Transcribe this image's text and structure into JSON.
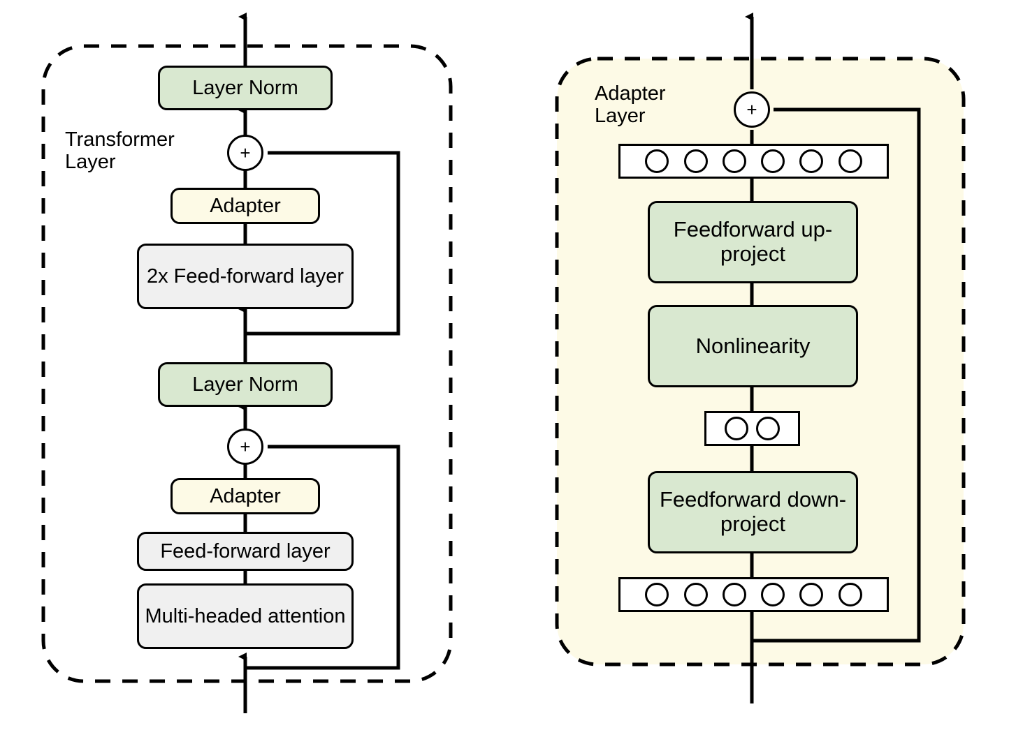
{
  "figure": {
    "type": "diagram",
    "title": "Adapter modules inserted into a Transformer layer",
    "background": "#ffffff",
    "colors": {
      "green_fill": "#d9e8d0",
      "grey_fill": "#f0f0f0",
      "cream_fill": "#fdfae6",
      "panel_fill": "#fdfae6",
      "stroke": "#000000",
      "white_fill": "#ffffff"
    }
  },
  "left_panel": {
    "name": "transformer-layer-panel",
    "label": "Transformer\nLayer",
    "dashed_border": true,
    "fill": "#ffffff",
    "nodes": [
      {
        "id": "layer-norm-top",
        "label": "Layer Norm",
        "style": "green"
      },
      {
        "id": "add-top",
        "label": "+",
        "style": "circle"
      },
      {
        "id": "adapter-top",
        "label": "Adapter",
        "style": "cream"
      },
      {
        "id": "feed-forward-2x",
        "label": "2x Feed-forward\nlayer",
        "style": "grey"
      },
      {
        "id": "layer-norm-mid",
        "label": "Layer Norm",
        "style": "green"
      },
      {
        "id": "add-bottom",
        "label": "+",
        "style": "circle"
      },
      {
        "id": "adapter-bottom",
        "label": "Adapter",
        "style": "cream"
      },
      {
        "id": "feed-forward",
        "label": "Feed-forward layer",
        "style": "grey"
      },
      {
        "id": "multi-headed-attention",
        "label": "Multi-headed\nattention",
        "style": "grey"
      }
    ],
    "residual_connections": 2
  },
  "right_panel": {
    "name": "adapter-layer-panel",
    "label": "Adapter\nLayer",
    "dashed_border": true,
    "fill": "#fdfae6",
    "nodes": [
      {
        "id": "add-adapter",
        "label": "+",
        "style": "circle"
      },
      {
        "id": "neurons-out",
        "label": "",
        "style": "neuron-row",
        "count": 6
      },
      {
        "id": "feedforward-up-project",
        "label": "Feedforward\nup-project",
        "style": "green"
      },
      {
        "id": "nonlinearity",
        "label": "Nonlinearity",
        "style": "green"
      },
      {
        "id": "neurons-bottleneck",
        "label": "",
        "style": "neuron-row",
        "count": 2
      },
      {
        "id": "feedforward-down-project",
        "label": "Feedforward\ndown-project",
        "style": "green"
      },
      {
        "id": "neurons-in",
        "label": "",
        "style": "neuron-row",
        "count": 6
      }
    ],
    "residual_connections": 1
  }
}
